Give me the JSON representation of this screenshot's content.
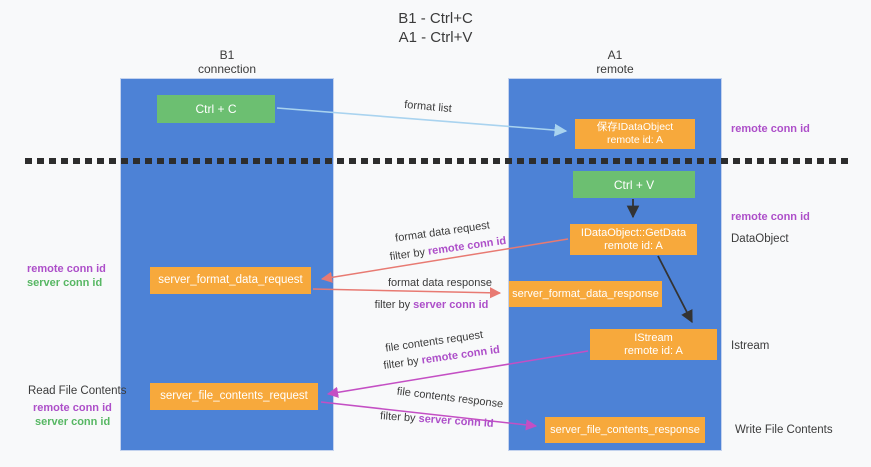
{
  "title": {
    "line1": "B1 - Ctrl+C",
    "line2": "A1 - Ctrl+V"
  },
  "columns": {
    "left": {
      "name": "B1",
      "role": "connection"
    },
    "right": {
      "name": "A1",
      "role": "remote"
    }
  },
  "nodes": {
    "ctrl_c": "Ctrl + C",
    "ctrl_v": "Ctrl + V",
    "save_idataobject": {
      "line1": "保存IDataObject",
      "line2": "remote id: A"
    },
    "idataobject_getdata": {
      "line1": "IDataObject::GetData",
      "line2": "remote id: A"
    },
    "istream": {
      "line1": "IStream",
      "line2": "remote id: A"
    },
    "server_format_data_request": "server_format_data_request",
    "server_format_data_response": "server_format_data_response",
    "server_file_contents_request": "server_file_contents_request",
    "server_file_contents_response": "server_file_contents_response"
  },
  "arrow_labels": {
    "format_list": "format list",
    "format_data_request": "format data request",
    "format_data_response": "format data response",
    "file_contents_request": "file contents request",
    "file_contents_response": "file contents response",
    "filter_prefix": "filter by ",
    "remote_conn_id": "remote conn id",
    "server_conn_id": "server conn id"
  },
  "side_labels": {
    "remote_conn_id": "remote conn id",
    "server_conn_id": "server conn id",
    "dataobject": "DataObject",
    "istream": "Istream",
    "read_file_contents": "Read File Contents",
    "write_file_contents": "Write File Contents"
  },
  "colors": {
    "column_blue": "#4d82d6",
    "key_green": "#6cbf71",
    "node_orange": "#f7a93c",
    "arrow_blue": "#a9d3ef",
    "arrow_red": "#e87a72",
    "arrow_magenta": "#c44fc4",
    "arrow_black": "#333333",
    "remote_id_purple": "#ad4fc9",
    "server_id_green": "#57b763"
  }
}
